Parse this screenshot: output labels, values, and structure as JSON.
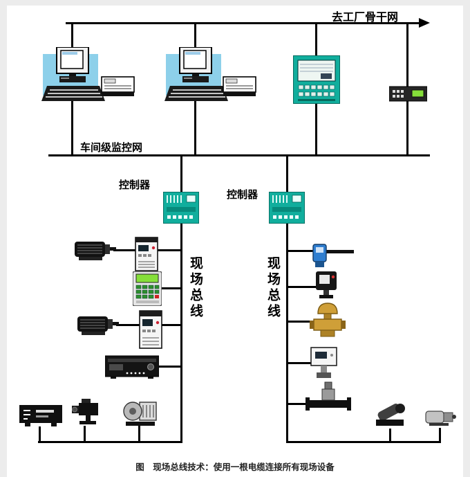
{
  "figure": {
    "caption": "图　现场总线技术：使用一根电缆连接所有现场设备"
  },
  "labels": {
    "backbone": "去工厂骨干网",
    "workshop_net": "车间级监控网",
    "controller_left": "控制器",
    "controller_right": "控制器",
    "fieldbus_left": "现场总线",
    "fieldbus_right": "现场总线"
  },
  "colors": {
    "device_teal": "#11ae9d",
    "monitor_blue": "#8dd0ea",
    "valve_gold": "#cf9f38",
    "screen_green": "#86df3a",
    "line_black": "#000000",
    "page_bg": "#ececec"
  },
  "devices": {
    "top_row": [
      "engineering-workstation",
      "printer",
      "operator-workstation",
      "printer",
      "hmi-touch-panel",
      "network-interface-module"
    ],
    "controllers": [
      "plc-controller",
      "plc-controller"
    ],
    "left_fieldbus": [
      "servo-motor",
      "drive-unit",
      "operator-keypad",
      "servo-motor",
      "drive-unit",
      "rack-instrument",
      "field-instrument",
      "vision-camera",
      "motor-pump-unit"
    ],
    "right_fieldbus": [
      "flow-sensor",
      "photoelectric-sensor",
      "control-valve",
      "transmitter",
      "pipeline-valve",
      "pump-unit",
      "small-motor"
    ]
  }
}
